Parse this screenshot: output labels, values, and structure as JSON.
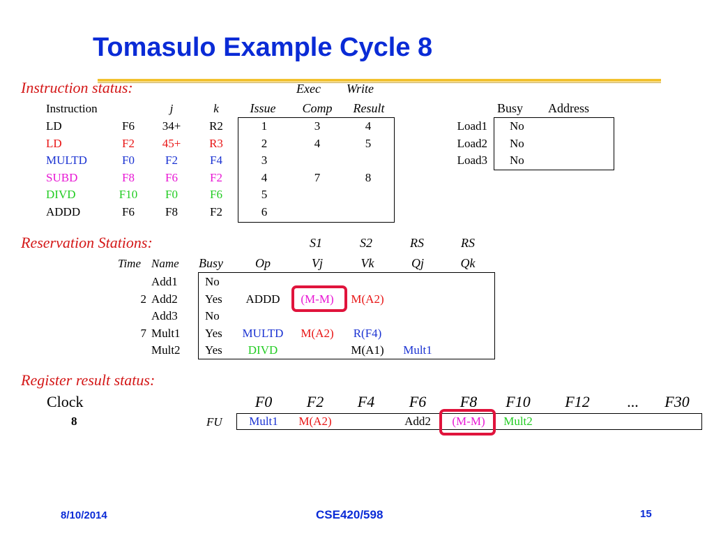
{
  "title": "Tomasulo Example Cycle 8",
  "instruction_status": {
    "heading": "Instruction status:",
    "super_exec": "Exec",
    "super_write": "Write",
    "col_instruction": "Instruction",
    "col_j": "j",
    "col_k": "k",
    "col_issue": "Issue",
    "col_comp": "Comp",
    "col_result": "Result",
    "rows": [
      {
        "op": "LD",
        "d": "F6",
        "j": "34+",
        "k": "R2",
        "issue": "1",
        "comp": "3",
        "result": "4",
        "color": "black"
      },
      {
        "op": "LD",
        "d": "F2",
        "j": "45+",
        "k": "R3",
        "issue": "2",
        "comp": "4",
        "result": "5",
        "color": "red"
      },
      {
        "op": "MULTD",
        "d": "F0",
        "j": "F2",
        "k": "F4",
        "issue": "3",
        "comp": "",
        "result": "",
        "color": "blue"
      },
      {
        "op": "SUBD",
        "d": "F8",
        "j": "F6",
        "k": "F2",
        "issue": "4",
        "comp": "7",
        "result": "8",
        "color": "magenta"
      },
      {
        "op": "DIVD",
        "d": "F10",
        "j": "F0",
        "k": "F6",
        "issue": "5",
        "comp": "",
        "result": "",
        "color": "green"
      },
      {
        "op": "ADDD",
        "d": "F6",
        "j": "F8",
        "k": "F2",
        "issue": "6",
        "comp": "",
        "result": "",
        "color": "black"
      }
    ]
  },
  "load_buffers": {
    "col_busy": "Busy",
    "col_address": "Address",
    "rows": [
      {
        "name": "Load1",
        "busy": "No",
        "address": ""
      },
      {
        "name": "Load2",
        "busy": "No",
        "address": ""
      },
      {
        "name": "Load3",
        "busy": "No",
        "address": ""
      }
    ]
  },
  "reservation_stations": {
    "heading": "Reservation Stations:",
    "super_s1": "S1",
    "super_s2": "S2",
    "super_rs1": "RS",
    "super_rs2": "RS",
    "col_time": "Time",
    "col_name": "Name",
    "col_busy": "Busy",
    "col_op": "Op",
    "col_vj": "Vj",
    "col_vk": "Vk",
    "col_qj": "Qj",
    "col_qk": "Qk",
    "rows": [
      {
        "time": "",
        "name": "Add1",
        "busy": "No",
        "op": "",
        "op_color": "black",
        "vj": "",
        "vj_color": "black",
        "vk": "",
        "vk_color": "black",
        "qj": "",
        "qj_color": "black"
      },
      {
        "time": "2",
        "name": "Add2",
        "busy": "Yes",
        "op": "ADDD",
        "op_color": "black",
        "vj": "(M-M)",
        "vj_color": "magenta",
        "vk": "M(A2)",
        "vk_color": "red",
        "qj": "",
        "qj_color": "black"
      },
      {
        "time": "",
        "name": "Add3",
        "busy": "No",
        "op": "",
        "op_color": "black",
        "vj": "",
        "vj_color": "black",
        "vk": "",
        "vk_color": "black",
        "qj": "",
        "qj_color": "black"
      },
      {
        "time": "7",
        "name": "Mult1",
        "busy": "Yes",
        "op": "MULTD",
        "op_color": "blue",
        "vj": "M(A2)",
        "vj_color": "red",
        "vk": "R(F4)",
        "vk_color": "blue",
        "qj": "",
        "qj_color": "black"
      },
      {
        "time": "",
        "name": "Mult2",
        "busy": "Yes",
        "op": "DIVD",
        "op_color": "green",
        "vj": "",
        "vj_color": "black",
        "vk": "M(A1)",
        "vk_color": "black",
        "qj": "Mult1",
        "qj_color": "blue"
      }
    ]
  },
  "register_status": {
    "heading": "Register result status:",
    "clock_label": "Clock",
    "clock_value": "8",
    "fu_label": "FU",
    "registers": [
      {
        "name": "F0",
        "value": "Mult1",
        "color": "blue"
      },
      {
        "name": "F2",
        "value": "M(A2)",
        "color": "red"
      },
      {
        "name": "F4",
        "value": "",
        "color": "black"
      },
      {
        "name": "F6",
        "value": "Add2",
        "color": "black"
      },
      {
        "name": "F8",
        "value": "(M-M)",
        "color": "magenta"
      },
      {
        "name": "F10",
        "value": "Mult2",
        "color": "green"
      },
      {
        "name": "F12",
        "value": "",
        "color": "black"
      },
      {
        "name": "...",
        "value": "",
        "color": "black"
      },
      {
        "name": "F30",
        "value": "",
        "color": "black"
      }
    ]
  },
  "colors": {
    "title": "#0a2bd6",
    "heading": "#d41818",
    "highlight": "#e0143c",
    "rule": "#f2c230"
  },
  "footer": {
    "date": "8/10/2014",
    "course": "CSE420/598",
    "page": "15"
  }
}
